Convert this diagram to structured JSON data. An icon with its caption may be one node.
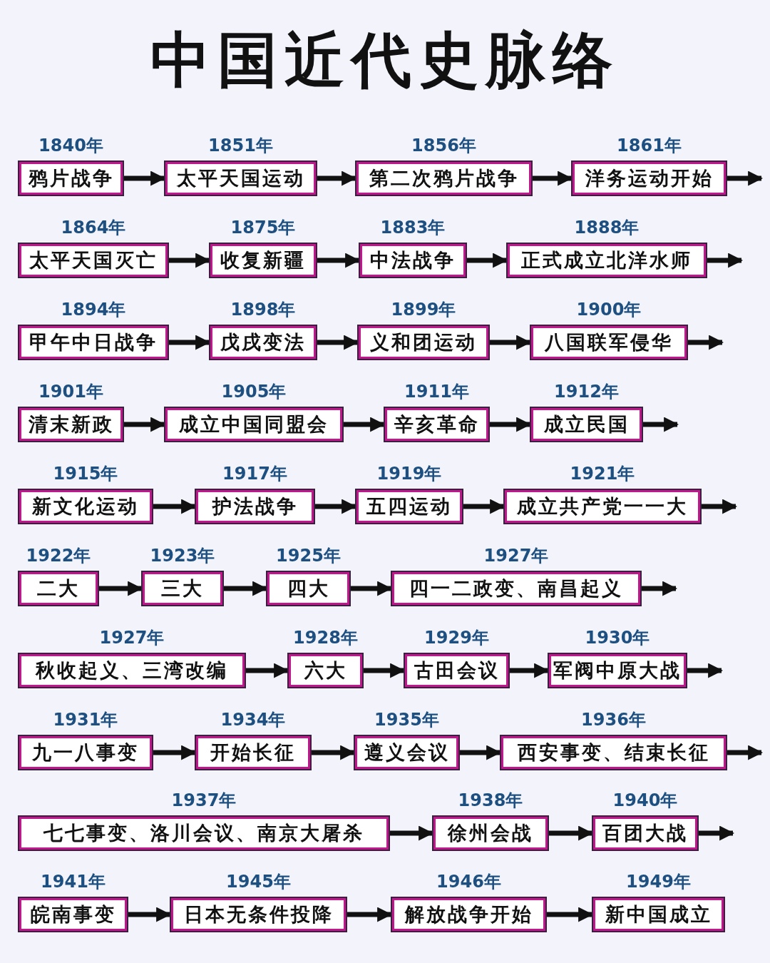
{
  "diagram": {
    "title": "中国近代史脉络",
    "nodes": [
      {
        "text": [
          "鸦片战争"
        ],
        "beside": [
          "1840年"
        ]
      },
      {
        "text": [
          "太平天国运动"
        ],
        "beside": [
          "1851年"
        ]
      },
      {
        "text": [
          "第二次鸦片战争"
        ],
        "beside": [
          "1856年"
        ]
      },
      {
        "text": [
          "洋务运动开始"
        ],
        "beside": [
          "1861年"
        ]
      },
      {
        "text": [
          "太平天国灭亡"
        ],
        "beside": [
          "1864年"
        ]
      },
      {
        "text": [
          "收复新疆"
        ],
        "beside": [
          "1875年"
        ]
      },
      {
        "text": [
          "中法战争"
        ],
        "beside": [
          "1883年"
        ]
      },
      {
        "text": [
          "正式成立北洋水师"
        ],
        "beside": [
          "1888年"
        ]
      },
      {
        "text": [
          "甲午中日战争"
        ],
        "beside": [
          "1894年"
        ]
      },
      {
        "text": [
          "戊戌变法"
        ],
        "beside": [
          "1898年"
        ]
      },
      {
        "text": [
          "义和团运动"
        ],
        "beside": [
          "1899年"
        ]
      },
      {
        "text": [
          "八国联军侵华"
        ],
        "beside": [
          "1900年"
        ]
      },
      {
        "text": [
          "清末新政"
        ],
        "beside": [
          "1901年"
        ]
      },
      {
        "text": [
          "成立中国同盟会"
        ],
        "beside": [
          "1905年"
        ]
      },
      {
        "text": [
          "辛亥革命"
        ],
        "beside": [
          "1911年"
        ]
      },
      {
        "text": [
          "成立民国"
        ],
        "beside": [
          "1912年"
        ]
      },
      {
        "text": [
          "新文化运动"
        ],
        "beside": [
          "1915年"
        ]
      },
      {
        "text": [
          "护法战争"
        ],
        "beside": [
          "1917年"
        ]
      },
      {
        "text": [
          "五四运动"
        ],
        "beside": [
          "1919年"
        ]
      },
      {
        "text": [
          "成立共产党一一大"
        ],
        "beside": [
          "1921年"
        ]
      },
      {
        "text": [
          "二大"
        ],
        "beside": [
          "1922年"
        ]
      },
      {
        "text": [
          "三大"
        ],
        "beside": [
          "1923年"
        ]
      },
      {
        "text": [
          "四大"
        ],
        "beside": [
          "1925年"
        ]
      },
      {
        "text": [
          "四一二政变、南昌起义"
        ],
        "beside": [
          "1927年"
        ]
      },
      {
        "text": [
          "秋收起义、三湾改编"
        ],
        "beside": [
          "1927年"
        ]
      },
      {
        "text": [
          "六大"
        ],
        "beside": [
          "1928年"
        ]
      },
      {
        "text": [
          "古田会议"
        ],
        "beside": [
          "1929年"
        ]
      },
      {
        "text": [
          "军阀中原大战"
        ],
        "beside": [
          "1930年"
        ]
      },
      {
        "text": [
          "九一八事变"
        ],
        "beside": [
          "1931年"
        ]
      },
      {
        "text": [
          "开始长征"
        ],
        "beside": [
          "1934年"
        ]
      },
      {
        "text": [
          "遵义会议"
        ],
        "beside": [
          "1935年"
        ]
      },
      {
        "text": [
          "西安事变、结束长征"
        ],
        "beside": [
          "1936年"
        ]
      },
      {
        "text": [
          "七七事变、洛川会议、南京大屠杀"
        ],
        "beside": [
          "1937年"
        ]
      },
      {
        "text": [
          "徐州会战"
        ],
        "beside": [
          "1938年"
        ]
      },
      {
        "text": [
          "百团大战"
        ],
        "beside": [
          "1940年"
        ]
      },
      {
        "text": [
          "皖南事变"
        ],
        "beside": [
          "1941年"
        ]
      },
      {
        "text": [
          "日本无条件投降"
        ],
        "beside": [
          "1945年"
        ]
      },
      {
        "text": [
          "解放战争开始"
        ],
        "beside": [
          "1946年"
        ]
      },
      {
        "text": [
          "新中国成立"
        ],
        "beside": [
          "1949年"
        ]
      }
    ],
    "edges": [
      {
        "from": 0,
        "to": 1,
        "arrow": "to"
      },
      {
        "from": 1,
        "to": 2,
        "arrow": "to"
      },
      {
        "from": 2,
        "to": 3,
        "arrow": "to"
      },
      {
        "from": 3,
        "to": null,
        "arrow": "to"
      },
      {
        "from": 4,
        "to": 5,
        "arrow": "to"
      },
      {
        "from": 5,
        "to": 6,
        "arrow": "to"
      },
      {
        "from": 6,
        "to": 7,
        "arrow": "to"
      },
      {
        "from": 7,
        "to": null,
        "arrow": "to"
      },
      {
        "from": 8,
        "to": 9,
        "arrow": "to"
      },
      {
        "from": 9,
        "to": 10,
        "arrow": "to"
      },
      {
        "from": 10,
        "to": 11,
        "arrow": "to"
      },
      {
        "from": 11,
        "to": null,
        "arrow": "to"
      },
      {
        "from": 12,
        "to": 13,
        "arrow": "to"
      },
      {
        "from": 13,
        "to": 14,
        "arrow": "to"
      },
      {
        "from": 14,
        "to": 15,
        "arrow": "to"
      },
      {
        "from": 15,
        "to": null,
        "arrow": "to"
      },
      {
        "from": 16,
        "to": 17,
        "arrow": "to"
      },
      {
        "from": 17,
        "to": 18,
        "arrow": "to"
      },
      {
        "from": 18,
        "to": 19,
        "arrow": "to"
      },
      {
        "from": 19,
        "to": null,
        "arrow": "to"
      },
      {
        "from": 20,
        "to": 21,
        "arrow": "to"
      },
      {
        "from": 21,
        "to": 22,
        "arrow": "to"
      },
      {
        "from": 22,
        "to": 23,
        "arrow": "to"
      },
      {
        "from": 23,
        "to": null,
        "arrow": "to"
      },
      {
        "from": 24,
        "to": 25,
        "arrow": "to"
      },
      {
        "from": 25,
        "to": 26,
        "arrow": "to"
      },
      {
        "from": 26,
        "to": 27,
        "arrow": "to"
      },
      {
        "from": 27,
        "to": null,
        "arrow": "to"
      },
      {
        "from": 28,
        "to": 29,
        "arrow": "to"
      },
      {
        "from": 29,
        "to": 30,
        "arrow": "to"
      },
      {
        "from": 30,
        "to": 31,
        "arrow": "to"
      },
      {
        "from": 31,
        "to": null,
        "arrow": "to"
      },
      {
        "from": 32,
        "to": 33,
        "arrow": "to"
      },
      {
        "from": 33,
        "to": 34,
        "arrow": "to"
      },
      {
        "from": 34,
        "to": null,
        "arrow": "to"
      },
      {
        "from": 35,
        "to": 36,
        "arrow": "to"
      },
      {
        "from": 36,
        "to": 37,
        "arrow": "to"
      },
      {
        "from": 37,
        "to": 38,
        "arrow": "to"
      }
    ]
  }
}
